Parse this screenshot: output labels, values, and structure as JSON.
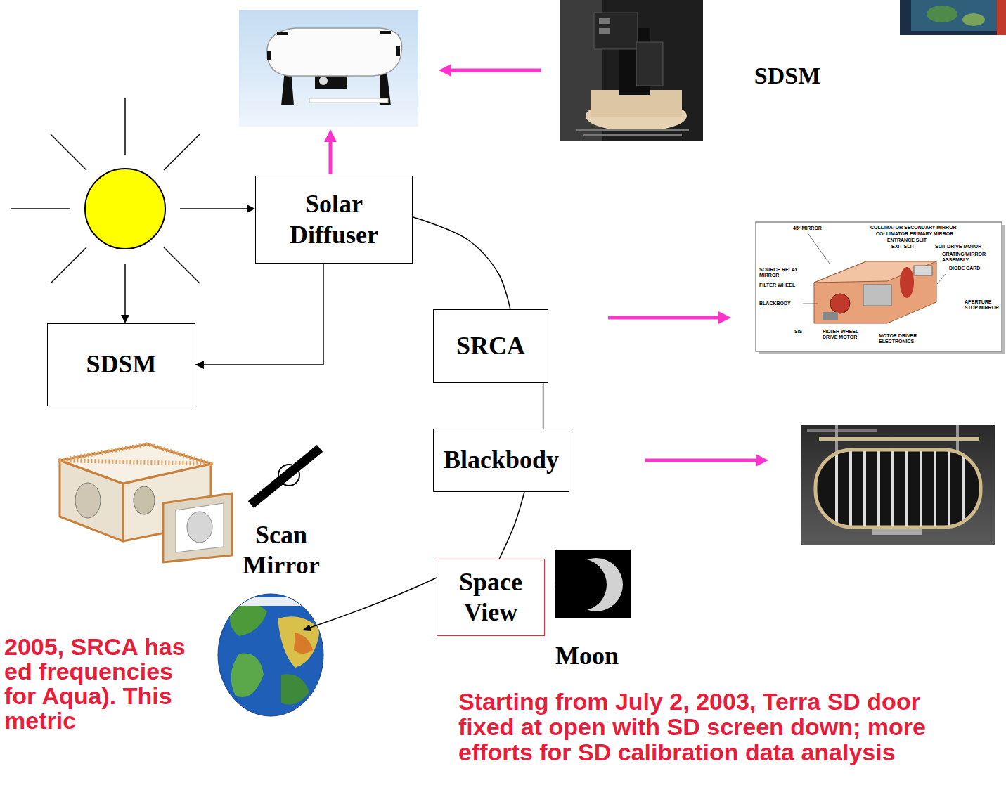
{
  "diagram": {
    "nodes": [
      {
        "text": [
          "Solar Diffuser"
        ]
      },
      {
        "text": [
          "SDSM"
        ]
      },
      {
        "text": [
          "SRCA"
        ]
      },
      {
        "text": [
          "Blackbody"
        ]
      },
      {
        "text": [
          "Space View"
        ]
      }
    ],
    "edges": [
      {
        "from": 0,
        "to": 1,
        "arrow": "to"
      },
      {
        "from": 0,
        "to": 2,
        "arrow": "none"
      },
      {
        "from": 2,
        "to": 3,
        "arrow": "none"
      },
      {
        "from": 3,
        "to": 4,
        "arrow": "none"
      }
    ],
    "labels": [
      "SDSM",
      "Scan Mirror",
      "Moon",
      "2005, SRCA has ed frequencies for Aqua). This metric",
      "Starting from July 2, 2003, Terra SD door fixed at open with SD screen down; more efforts for SD calibration data analysis",
      "45° MIRROR",
      "COLLIMATOR SECONDARY MIRROR",
      "COLLIMATOR PRIMARY MIRROR",
      "ENTRANCE SLIT",
      "EXIT SLIT",
      "SLIT DRIVE MOTOR",
      "GRATING/MIRROR ASSEMBLY",
      "DIODE CARD",
      "SOURCE RELAY MIRROR",
      "FILTER WHEEL",
      "BLACKBODY",
      "SIS",
      "FILTER WHEEL DRIVE MOTOR",
      "MOTOR DRIVER ELECTRONICS",
      "APERTURE STOP MIRROR"
    ]
  }
}
